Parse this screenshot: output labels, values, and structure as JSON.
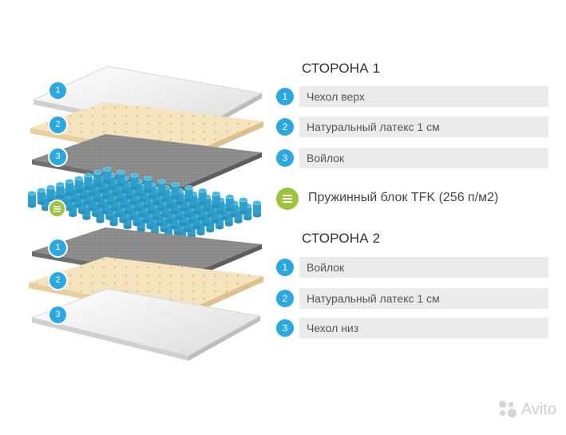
{
  "side1": {
    "title": "СТОРОНА 1",
    "items": [
      {
        "num": "1",
        "label": "Чехол верх"
      },
      {
        "num": "2",
        "label": "Натуральный латекс 1 см"
      },
      {
        "num": "3",
        "label": "Войлок"
      }
    ]
  },
  "core": {
    "label": "Пружинный блок TFK (256 п/м2)",
    "icon": "spring-block-icon"
  },
  "side2": {
    "title": "СТОРОНА 2",
    "items": [
      {
        "num": "1",
        "label": "Войлок"
      },
      {
        "num": "2",
        "label": "Натуральный латекс 1 см"
      },
      {
        "num": "3",
        "label": "Чехол низ"
      }
    ]
  },
  "illustration_badges": [
    "1",
    "2",
    "3",
    "1",
    "2",
    "3"
  ],
  "watermark": {
    "text": "Avito"
  },
  "colors": {
    "badge_blue": "#2aa8e0",
    "spring_green": "#9cc43c",
    "row_bg": "#ebebeb",
    "latex": "#f5e3bd",
    "felt": "#8e8e8e",
    "cover": "#f1f1f1",
    "springs": "#45b9e0"
  }
}
